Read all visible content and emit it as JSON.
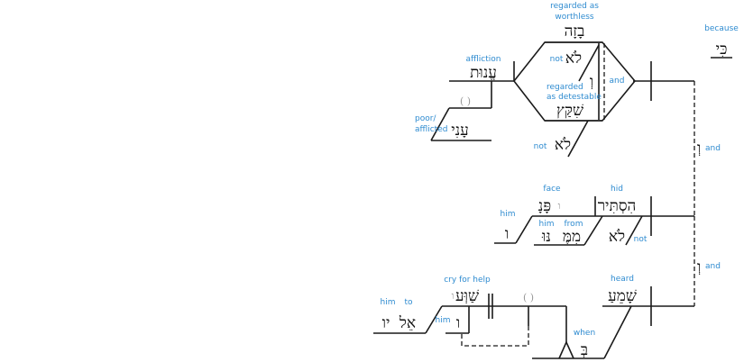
{
  "diagram": {
    "colors": {
      "line": "#1a1a1a",
      "gloss": "#2e8bd0",
      "hebrew": "#111111",
      "implied": "#999999"
    },
    "clause1": {
      "ki": "כִּי",
      "ki_gloss": "because",
      "bazah": "בָזָה",
      "bazah_gloss_1": "regarded as",
      "bazah_gloss_2": "worthless",
      "lo_1": "לֹא",
      "lo_1_gloss": "not",
      "ve_1": "וְ",
      "ve_1_gloss": "and",
      "shiqqats": "שִׁקַּץ",
      "shiqqats_gloss_1": "regarded",
      "shiqqats_gloss_2": "as detestable",
      "lo_2": "לֹא",
      "lo_2_gloss": "not",
      "enut": "עֱנוּת",
      "enut_gloss": "affliction",
      "ani": "עָנִי",
      "ani_gloss_1": "poor/",
      "ani_gloss_2": "afflicted",
      "paren": "( )"
    },
    "conj_2": {
      "ve": "וְ",
      "gloss": "and"
    },
    "clause2": {
      "histir": "הִסְתִּיר",
      "histir_gloss": "hid",
      "panav": "פָּנָ",
      "panav_suffix": "ו",
      "panav_gloss": "face",
      "lo": "לֹא",
      "lo_gloss": "not",
      "mimmen": "מִמֶּ",
      "mimmen_gloss": "from",
      "nnu": "נּוּ",
      "nnu_gloss": "him",
      "vav": "ו",
      "vav_gloss": "him"
    },
    "conj_3": {
      "ve": "וְ",
      "gloss": "and"
    },
    "clause3": {
      "shama": "שָׁמֵעַ",
      "shama_gloss": "heard",
      "be": "בְּ",
      "be_gloss": "when",
      "shavvo": "שַׁוְּע",
      "shavvo_suffix": "ו",
      "shavvo_gloss": "cry for help",
      "paren": "( )",
      "vav": "ו",
      "vav_gloss": "him",
      "el": "אֵל",
      "el_gloss": "to",
      "yav": "יו",
      "yav_gloss": "him"
    }
  }
}
